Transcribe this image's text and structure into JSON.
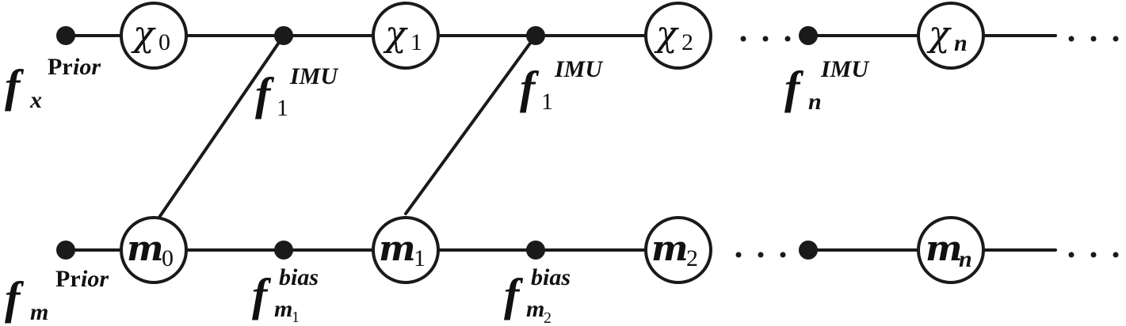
{
  "variables": {
    "x0": {
      "sym": "χ",
      "sub": "0"
    },
    "x1": {
      "sym": "χ",
      "sub": "1"
    },
    "x2": {
      "sym": "χ",
      "sub": "2"
    },
    "xn": {
      "sym": "χ",
      "sub": "n"
    },
    "m0": {
      "sym": "m",
      "sub": "0"
    },
    "m1": {
      "sym": "m",
      "sub": "1"
    },
    "m2": {
      "sym": "m",
      "sub": "2"
    },
    "mn": {
      "sym": "m",
      "sub": "n"
    }
  },
  "factors": {
    "prior_x": {
      "f": "f",
      "sub": "x",
      "sup_a": "Pr",
      "sup_b": "ior"
    },
    "prior_m": {
      "f": "f",
      "sub": "m",
      "sup_a": "Pr",
      "sup_b": "ior"
    },
    "imu_1a": {
      "f": "f",
      "sub": "1",
      "sup": "IMU"
    },
    "imu_1b": {
      "f": "f",
      "sub": "1",
      "sup": "IMU"
    },
    "imu_n": {
      "f": "f",
      "sub": "n",
      "sup": "IMU"
    },
    "bias_m1": {
      "f": "f",
      "sub": "m",
      "subsub": "1",
      "sup": "bias"
    },
    "bias_m2": {
      "f": "f",
      "sub": "m",
      "subsub": "2",
      "sup": "bias"
    }
  },
  "ellipsis": "· · ·"
}
